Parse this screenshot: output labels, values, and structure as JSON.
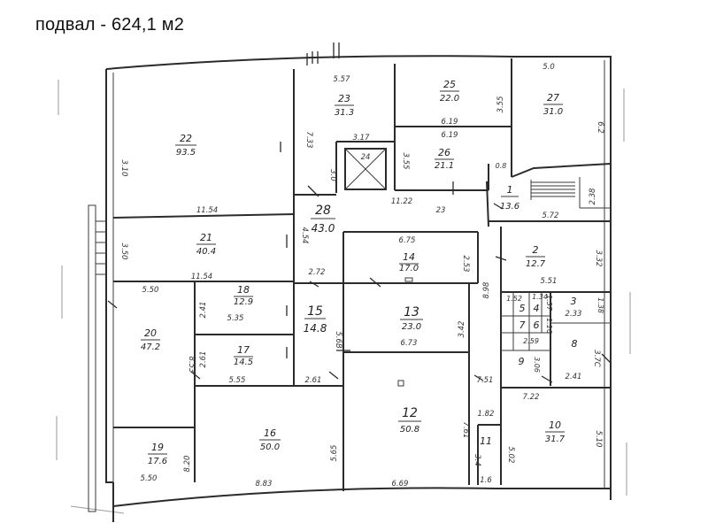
{
  "title": "подвал - 624,1 м2",
  "rooms": [
    {
      "id": "r22",
      "num": "22",
      "area": "93.5"
    },
    {
      "id": "r23",
      "num": "23",
      "area": "31.3"
    },
    {
      "id": "r25",
      "num": "25",
      "area": "22.0"
    },
    {
      "id": "r27",
      "num": "27",
      "area": "31.0"
    },
    {
      "id": "r26",
      "num": "26",
      "area": "21.1"
    },
    {
      "id": "r24",
      "num": "24",
      "area": ""
    },
    {
      "id": "r1",
      "num": "1",
      "area": "13.6"
    },
    {
      "id": "r28",
      "num": "28",
      "area": "43.0"
    },
    {
      "id": "r21",
      "num": "21",
      "area": "40.4"
    },
    {
      "id": "r14",
      "num": "14",
      "area": "17.0"
    },
    {
      "id": "r2",
      "num": "2",
      "area": "12.7"
    },
    {
      "id": "r18",
      "num": "18",
      "area": "12.9"
    },
    {
      "id": "r15",
      "num": "15",
      "area": "14.8"
    },
    {
      "id": "r13",
      "num": "13",
      "area": "23.0"
    },
    {
      "id": "r20",
      "num": "20",
      "area": "47.2"
    },
    {
      "id": "r17",
      "num": "17",
      "area": "14.5"
    },
    {
      "id": "r3",
      "num": "3",
      "area": ""
    },
    {
      "id": "r4",
      "num": "4",
      "area": ""
    },
    {
      "id": "r5",
      "num": "5",
      "area": ""
    },
    {
      "id": "r6",
      "num": "6",
      "area": ""
    },
    {
      "id": "r7",
      "num": "7",
      "area": ""
    },
    {
      "id": "r8",
      "num": "8",
      "area": ""
    },
    {
      "id": "r9",
      "num": "9",
      "area": ""
    },
    {
      "id": "r12",
      "num": "12",
      "area": "50.8"
    },
    {
      "id": "r16",
      "num": "16",
      "area": "50.0"
    },
    {
      "id": "r10",
      "num": "10",
      "area": "31.7"
    },
    {
      "id": "r11",
      "num": "11",
      "area": ""
    },
    {
      "id": "r19",
      "num": "19",
      "area": "17.6"
    }
  ],
  "dimensions": [
    "5.57",
    "5.0",
    "7.33",
    "3.55",
    "3.17",
    "6.19",
    "6.19",
    "3.55",
    "6.2",
    "3.10",
    "3.0",
    "11.22",
    "23",
    "0.8",
    "2.38",
    "5.72",
    "11.54",
    "4.54",
    "6.75",
    "2.53",
    "3.50",
    "3.32",
    "11.54",
    "2.72",
    "5.51",
    "5.50",
    "2.41",
    "5.35",
    "8.98",
    "1.52",
    "1.34",
    "3.42",
    "2.33",
    "1.38",
    "1.37",
    "1.16",
    "6.73",
    "5.6B",
    "2.59",
    "2.61",
    "8.53",
    "3.06",
    "3.7C",
    "5.55",
    "2.61",
    "7.51",
    "2.41",
    "7.22",
    "1.82",
    "5.65",
    "7.61",
    "5.10",
    "3.4",
    "5.02",
    "8.20",
    "5.50",
    "8.83",
    "6.69",
    "1.6"
  ]
}
